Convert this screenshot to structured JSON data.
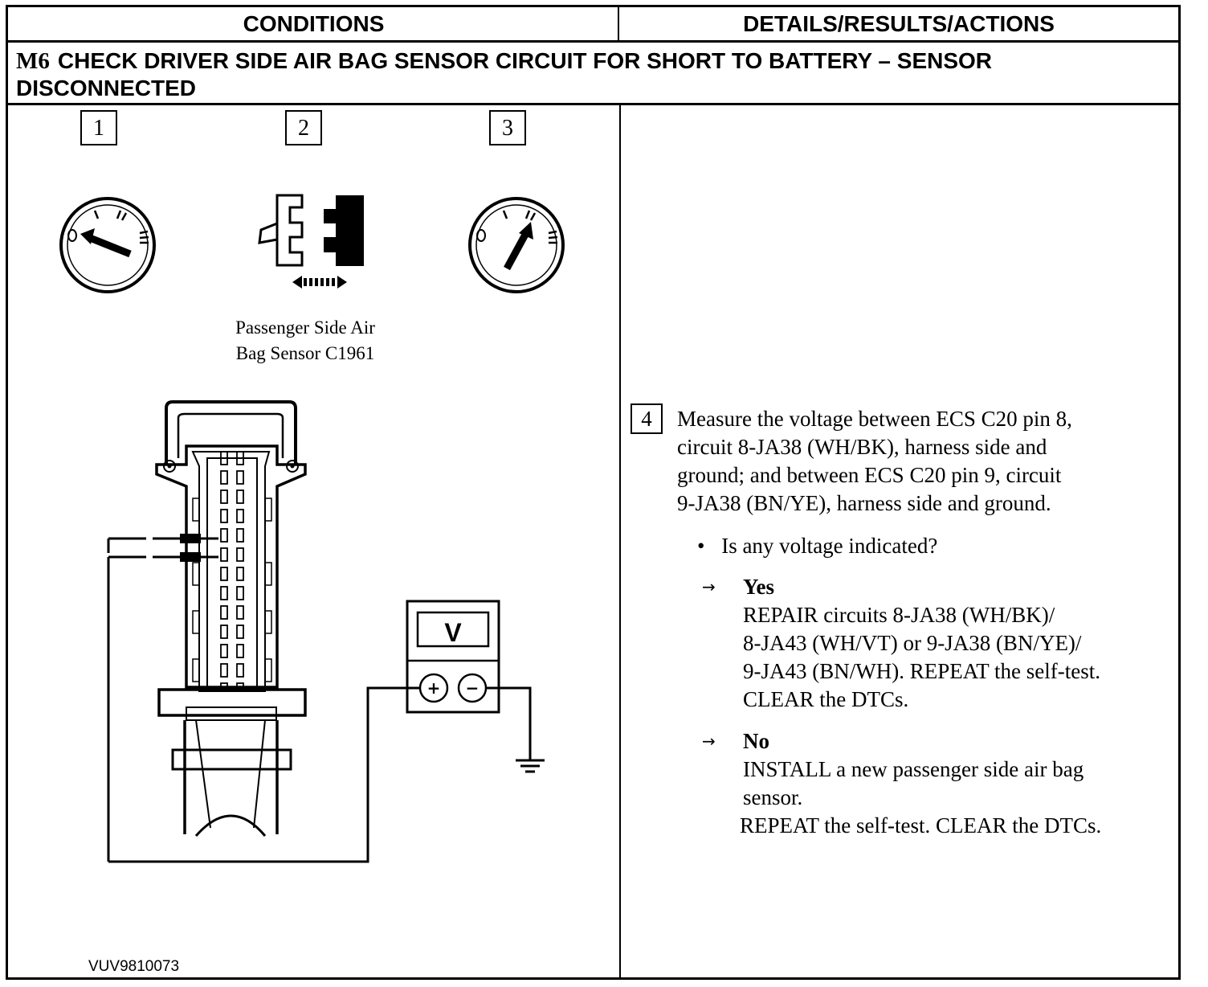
{
  "header": {
    "conditions": "CONDITIONS",
    "details": "DETAILS/RESULTS/ACTIONS"
  },
  "step_title": {
    "code": "M6",
    "text_line1": "CHECK DRIVER SIDE AIR BAG SENSOR CIRCUIT FOR SHORT TO BATTERY – SENSOR",
    "text_line2": "DISCONNECTED"
  },
  "diagram": {
    "step_numbers": [
      "1",
      "2",
      "3"
    ],
    "caption_line1": "Passenger Side Air",
    "caption_line2": "Bag Sensor C1961",
    "meter_label": "V",
    "meter_plus": "+",
    "meter_minus": "−",
    "figure_id": "VUV9810073"
  },
  "details": {
    "step_number": "4",
    "instruction_lines": [
      "Measure the voltage between ECS C20 pin 8,",
      "circuit 8-JA38 (WH/BK), harness side and",
      "ground; and between ECS C20 pin 9, circuit",
      "9-JA38 (BN/YE), harness side and ground."
    ],
    "question": "Is any voltage indicated?",
    "yes": {
      "label": "Yes",
      "lines": [
        "REPAIR circuits 8-JA38 (WH/BK)/",
        "8-JA43 (WH/VT) or 9-JA38 (BN/YE)/",
        "9-JA43 (BN/WH). REPEAT the self-test.",
        "CLEAR the DTCs."
      ]
    },
    "no": {
      "label": "No",
      "lines": [
        "INSTALL a new passenger side air bag",
        "sensor.",
        "REPEAT the self-test. CLEAR the DTCs."
      ]
    }
  }
}
